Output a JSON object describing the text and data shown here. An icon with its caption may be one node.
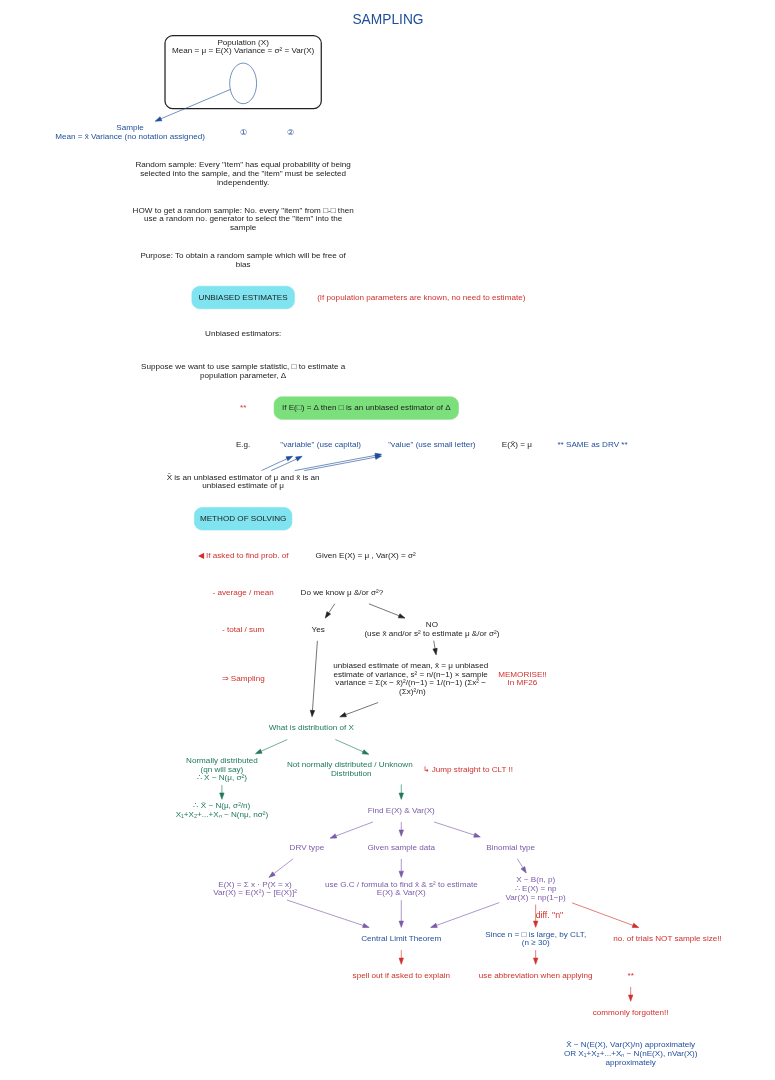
{
  "diagram": {
    "title": "SAMPLING",
    "nodes": [
      {
        "text": [
          "Population (X)",
          "Mean = μ = E(X) Variance = σ² = Var(X)"
        ]
      },
      {
        "text": [],
        "shape": "ellipse",
        "in": 0
      },
      {
        "text": [
          "Sample",
          "Mean = x̄ Variance (no notation assigned)"
        ]
      },
      {
        "text": [
          "\"variable\" (use capital)"
        ]
      },
      {
        "text": [
          "\"value\" (use small letter)"
        ]
      },
      {
        "text": [
          "X̄ is an unbiased estimator of μ and x̄ is an unbiased estimate of μ"
        ]
      },
      {
        "text": [
          "Do we know μ &/or σ²?"
        ]
      },
      {
        "text": [
          "Yes"
        ]
      },
      {
        "text": [
          "NO",
          "(use x̄ and/or s² to estimate μ &/or σ²)"
        ]
      },
      {
        "text": [
          "unbiased estimate of mean, x̄ = μ unbiased estimate of variance, s² = n/(n−1) × sample variance = Σ(x − x̄)²/(n−1) = 1/(n−1) (Σx² − (Σx)²/n)"
        ],
        "beside": [
          "MEMORISE!!",
          "In MF26"
        ]
      },
      {
        "text": [
          "What is distribution of X"
        ]
      },
      {
        "text": [
          "Normally distributed",
          "(qn will say)",
          "∴ X ~ N(μ, σ²)"
        ]
      },
      {
        "text": [
          "Not normally distributed / Unknown Distribution"
        ],
        "beside": [
          "↳ Jump straight to CLT !!"
        ]
      },
      {
        "text": [
          "∴ X̄ ~ N(μ, σ²/n)",
          "X₁+X₂+...+Xₙ ~ N(nμ, nσ²)"
        ]
      },
      {
        "text": [
          "Find E(X) & Var(X)"
        ]
      },
      {
        "text": [
          "DRV type"
        ]
      },
      {
        "text": [
          "Binomial type"
        ]
      },
      {
        "text": [
          "Given sample data"
        ]
      },
      {
        "text": [
          "no. of trials NOT sample size!!"
        ]
      },
      {
        "text": [
          "E(X) = Σ x · P(X = x)",
          "Var(X) = E(X²) − [E(X)]²"
        ]
      },
      {
        "text": [
          "X ~ B(n, p)",
          "∴ E(X) = np",
          "Var(X) = np(1−p)"
        ]
      },
      {
        "text": [
          "use G.C / formula to find x̄ & s² to estimate E(X) & Var(X)"
        ]
      },
      {
        "text": [
          "spell out if asked to explain"
        ]
      },
      {
        "text": [
          "Central Limit Theorem"
        ]
      },
      {
        "text": [
          "Since n = □ is large, by CLT,",
          "(n ≥ 30)"
        ]
      },
      {
        "text": [
          "use abbreviation when applying"
        ]
      },
      {
        "text": [
          "commonly forgotten!!"
        ]
      },
      {
        "text": [
          "**"
        ]
      },
      {
        "text": [
          "X̄ ~ N(E(X), Var(X)/n) approximately",
          "OR X₁+X₂+...+Xₙ ~ N(nE(X), nVar(X)) approximately"
        ]
      }
    ],
    "edges": [
      {
        "from": 1,
        "to": 2,
        "arrow": "to",
        "color": "#1f4e9a"
      },
      {
        "from": 5,
        "to": 3,
        "arrow": "to",
        "color": "#1f4e9a"
      },
      {
        "from": 5,
        "to": 3,
        "arrow": "to",
        "color": "#1f4e9a"
      },
      {
        "from": 5,
        "to": 4,
        "arrow": "to",
        "color": "#1f4e9a"
      },
      {
        "from": 5,
        "to": 4,
        "arrow": "to",
        "color": "#1f4e9a"
      },
      {
        "from": 6,
        "to": 7,
        "arrow": "to",
        "color": "#222222"
      },
      {
        "from": 6,
        "to": 8,
        "arrow": "to",
        "color": "#222222"
      },
      {
        "from": 7,
        "to": 10,
        "arrow": "to",
        "color": "#222222"
      },
      {
        "from": 8,
        "to": 9,
        "arrow": "to",
        "color": "#222222"
      },
      {
        "from": 9,
        "to": 10,
        "arrow": "to",
        "color": "#222222"
      },
      {
        "from": 10,
        "to": 11,
        "arrow": "to",
        "color": "#1e7a5a"
      },
      {
        "from": 10,
        "to": 12,
        "arrow": "to",
        "color": "#1e7a5a"
      },
      {
        "from": 11,
        "to": 13,
        "arrow": "to",
        "color": "#1e7a5a"
      },
      {
        "from": 12,
        "to": 14,
        "arrow": "to",
        "color": "#1e7a5a"
      },
      {
        "from": 14,
        "to": 15,
        "arrow": "to"
      },
      {
        "from": 14,
        "to": 16,
        "arrow": "to"
      },
      {
        "from": 14,
        "to": 17,
        "arrow": "to"
      },
      {
        "from": 15,
        "to": 19,
        "arrow": "to"
      },
      {
        "from": 16,
        "to": 20,
        "arrow": "to"
      },
      {
        "from": 17,
        "to": 21,
        "arrow": "to"
      },
      {
        "from": 19,
        "to": 23,
        "arrow": "to"
      },
      {
        "from": 20,
        "to": 23,
        "arrow": "to"
      },
      {
        "from": 21,
        "to": 23,
        "arrow": "to"
      },
      {
        "from": 20,
        "to": 18,
        "arrow": "to",
        "color": "#d0312d"
      },
      {
        "from": 20,
        "to": 24,
        "arrow": "to",
        "color": "#d0312d",
        "label": "diff. \"n\""
      },
      {
        "from": 23,
        "to": 22,
        "arrow": "to",
        "color": "#d0312d"
      },
      {
        "from": 24,
        "to": 25,
        "arrow": "to",
        "color": "#d0312d"
      },
      {
        "from": 27,
        "to": 26,
        "arrow": "to",
        "color": "#d0312d"
      }
    ],
    "labels": [
      "①",
      "②",
      "Random sample: Every \"item\" has equal probability of being selected into the sample, and the \"item\" must be selected independently.",
      "HOW to get a random sample: No. every \"item\" from □-□ then use a random no. generator to select the \"item\" into the sample",
      "Purpose: To obtain a random sample which will be free of bias",
      "UNBIASED ESTIMATES",
      "(If population parameters are known, no need to estimate)",
      "Unbiased estimators:",
      "Suppose we want to use sample statistic, □ to estimate a population parameter, Δ",
      "**",
      "If E(□) = Δ then □ is an unbiased estimator of Δ",
      "E.g.",
      "E(X̄) = μ",
      "** SAME as DRV **",
      "METHOD OF SOLVING",
      "◀ If asked to find prob. of",
      "- average / mean",
      "- total / sum",
      "⇒ Sampling",
      "Given E(X) = μ , Var(X) = σ²"
    ]
  }
}
